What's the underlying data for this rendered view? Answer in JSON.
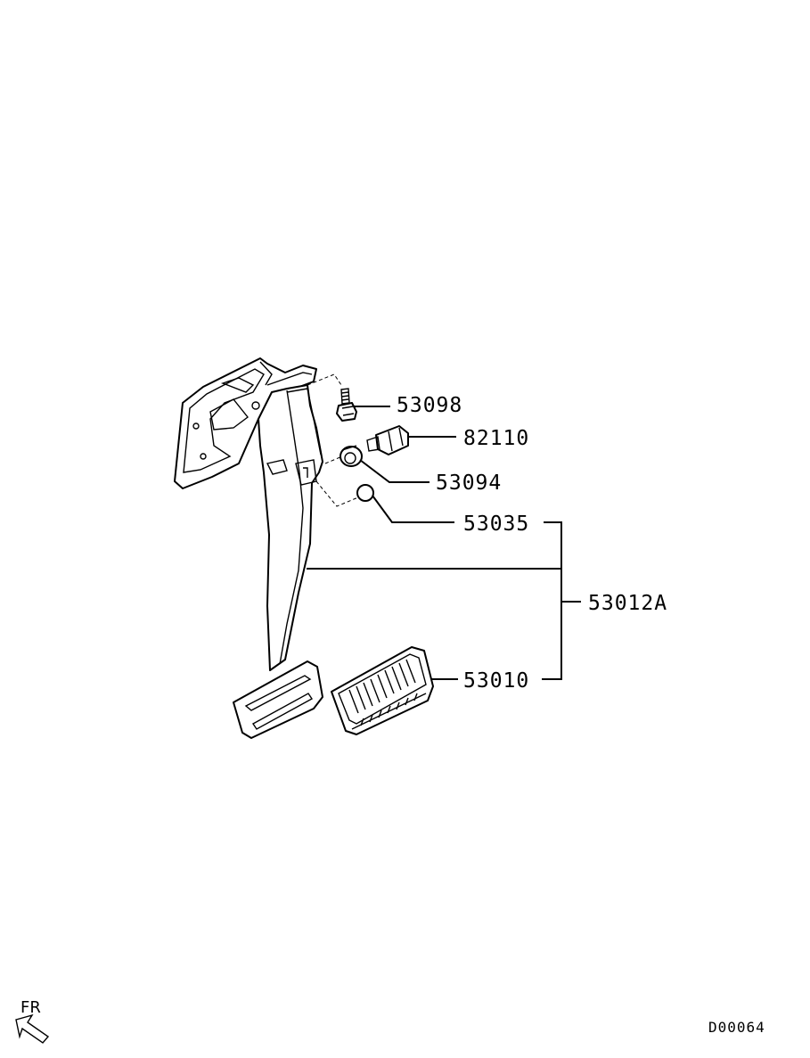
{
  "labels": {
    "p53098": "53098",
    "p82110": "82110",
    "p53094": "53094",
    "p53035": "53035",
    "p53012A": "53012A",
    "p53010": "53010"
  },
  "orientation": "FR",
  "figure_code": "D00064"
}
